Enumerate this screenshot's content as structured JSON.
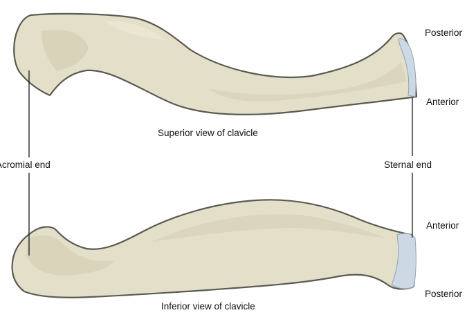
{
  "labels": {
    "superior_caption": "Superior view of clavicle",
    "inferior_caption": "Inferior view of clavicle",
    "acromial_end": "Acromial end",
    "sternal_end": "Sternal end",
    "top_posterior": "Posterior",
    "top_anterior": "Anterior",
    "bottom_anterior": "Anterior",
    "bottom_posterior": "Posterior"
  },
  "colors": {
    "bone": "#e4dfc8",
    "bone_shadow": "#cfc9ae",
    "bone_highlight": "#efebd9",
    "cartilage": "#ccd8e3",
    "outline": "#5a5a52",
    "text": "#111111"
  }
}
